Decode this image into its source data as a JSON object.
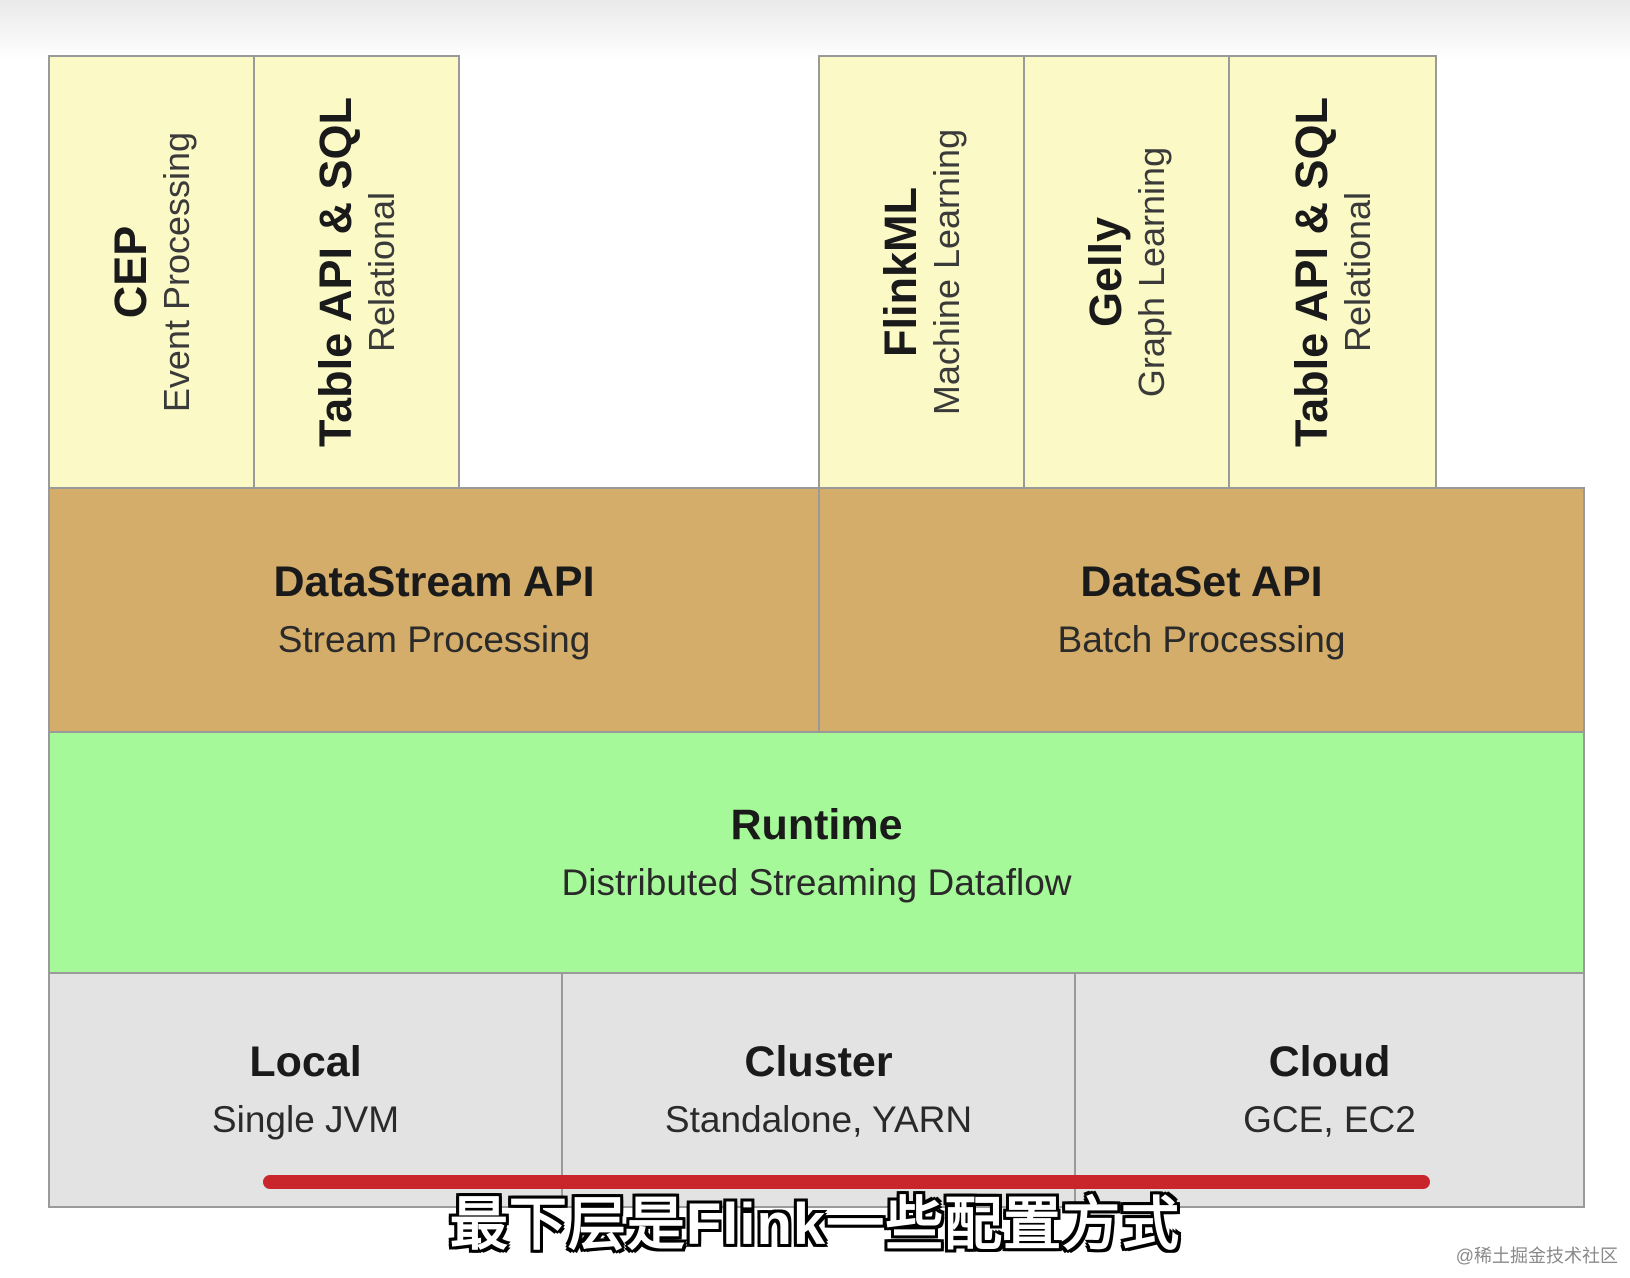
{
  "libraries_stream": [
    {
      "title": "CEP",
      "subtitle": "Event Processing"
    },
    {
      "title": "Table API & SQL",
      "subtitle": "Relational"
    }
  ],
  "libraries_batch": [
    {
      "title": "FlinkML",
      "subtitle": "Machine Learning"
    },
    {
      "title": "Gelly",
      "subtitle": "Graph Learning"
    },
    {
      "title": "Table API & SQL",
      "subtitle": "Relational"
    }
  ],
  "apis": [
    {
      "title": "DataStream API",
      "subtitle": "Stream Processing"
    },
    {
      "title": "DataSet API",
      "subtitle": "Batch Processing"
    }
  ],
  "runtime": {
    "title": "Runtime",
    "subtitle": "Distributed Streaming Dataflow"
  },
  "deploy": [
    {
      "title": "Local",
      "subtitle": "Single JVM"
    },
    {
      "title": "Cluster",
      "subtitle": "Standalone, YARN"
    },
    {
      "title": "Cloud",
      "subtitle": "GCE, EC2"
    }
  ],
  "caption": "最下层是Flink一些配置方式",
  "watermark": "@稀土掘金技术社区",
  "colors": {
    "library": "#fbfac6",
    "api": "#d4ad6a",
    "runtime": "#a6f998",
    "deploy": "#e3e3e3",
    "underline": "#c8262a"
  }
}
